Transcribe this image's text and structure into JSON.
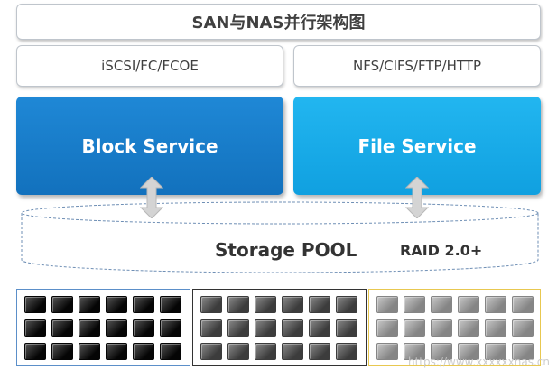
{
  "title": "SAN与NAS并行架构图",
  "protocols": {
    "block": "iSCSI/FC/FCOE",
    "file": "NFS/CIFS/FTP/HTTP"
  },
  "services": {
    "block": "Block Service",
    "file": "File Service"
  },
  "pool": {
    "label": "Storage POOL",
    "raid": "RAID  2.0+"
  },
  "disk_groups": [
    {
      "name": "black-disks",
      "border": "#5b8fc9",
      "fill_top": "#555555",
      "fill_bottom": "#050505",
      "rows": 3,
      "cols": 6
    },
    {
      "name": "gray-disks",
      "border": "#333333",
      "fill_top": "#8a8a8a",
      "fill_bottom": "#3c3c3c",
      "rows": 3,
      "cols": 6
    },
    {
      "name": "light-disks",
      "border": "#e8c850",
      "fill_top": "#c8c8c8",
      "fill_bottom": "#858585",
      "rows": 3,
      "cols": 6
    }
  ],
  "colors": {
    "block_service": "#1a7fd0",
    "file_service": "#18aeea",
    "arrow": "#d0d0d0"
  },
  "watermark": "https://www.xxxxxxnas.cn"
}
